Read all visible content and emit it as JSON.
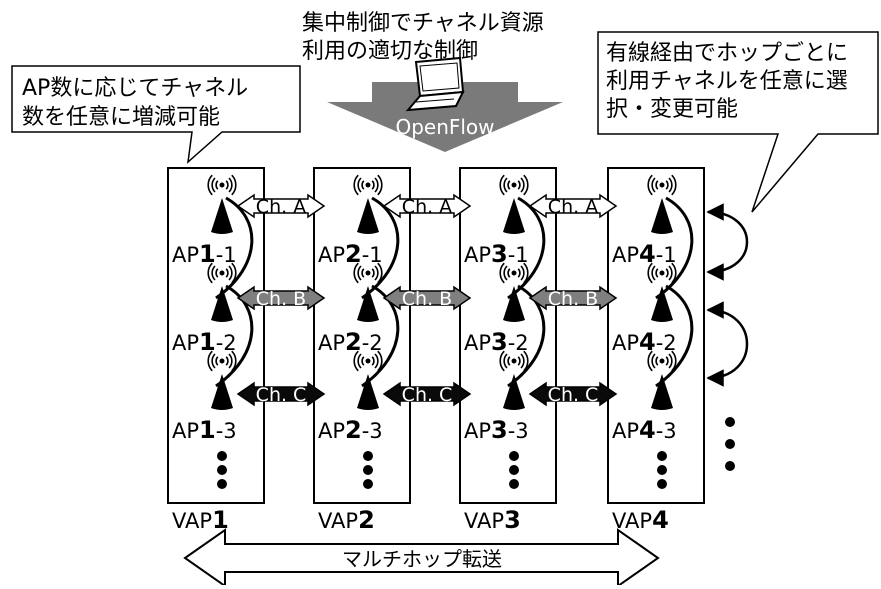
{
  "callouts": {
    "top_center": [
      "集中制御でチャネル資源",
      "利用の適切な制御"
    ],
    "left": [
      "AP数に応じてチャネル",
      "数を任意に増減可能"
    ],
    "right": [
      "有線経由でホップごとに",
      "利用チャネルを任意に選",
      "択・変更可能"
    ]
  },
  "openflow_label": "OpenFlow",
  "channels": [
    {
      "label": "Ch. A",
      "fill": "#ffffff",
      "text_color": "#000000"
    },
    {
      "label": "Ch. B",
      "fill": "#7f7f7f",
      "text_color": "#ffffff"
    },
    {
      "label": "Ch. C",
      "fill": "#0a0a0a",
      "text_color": "#ffffff"
    }
  ],
  "vaps": [
    {
      "label_prefix": "VAP",
      "label_num": "1",
      "aps": [
        {
          "prefix": "AP",
          "num": "1",
          "suffix": "-1"
        },
        {
          "prefix": "AP",
          "num": "1",
          "suffix": "-2"
        },
        {
          "prefix": "AP",
          "num": "1",
          "suffix": "-3"
        }
      ]
    },
    {
      "label_prefix": "VAP",
      "label_num": "2",
      "aps": [
        {
          "prefix": "AP",
          "num": "2",
          "suffix": "-1"
        },
        {
          "prefix": "AP",
          "num": "2",
          "suffix": "-2"
        },
        {
          "prefix": "AP",
          "num": "2",
          "suffix": "-3"
        }
      ]
    },
    {
      "label_prefix": "VAP",
      "label_num": "3",
      "aps": [
        {
          "prefix": "AP",
          "num": "3",
          "suffix": "-1"
        },
        {
          "prefix": "AP",
          "num": "3",
          "suffix": "-2"
        },
        {
          "prefix": "AP",
          "num": "3",
          "suffix": "-3"
        }
      ]
    },
    {
      "label_prefix": "VAP",
      "label_num": "4",
      "aps": [
        {
          "prefix": "AP",
          "num": "4",
          "suffix": "-1"
        },
        {
          "prefix": "AP",
          "num": "4",
          "suffix": "-2"
        },
        {
          "prefix": "AP",
          "num": "4",
          "suffix": "-3"
        }
      ]
    }
  ],
  "bottom_label": "マルチホップ転送",
  "colors": {
    "line": "#000000",
    "openflow_arrow": "#7a7a7a",
    "openflow_text": "#ffffff"
  }
}
